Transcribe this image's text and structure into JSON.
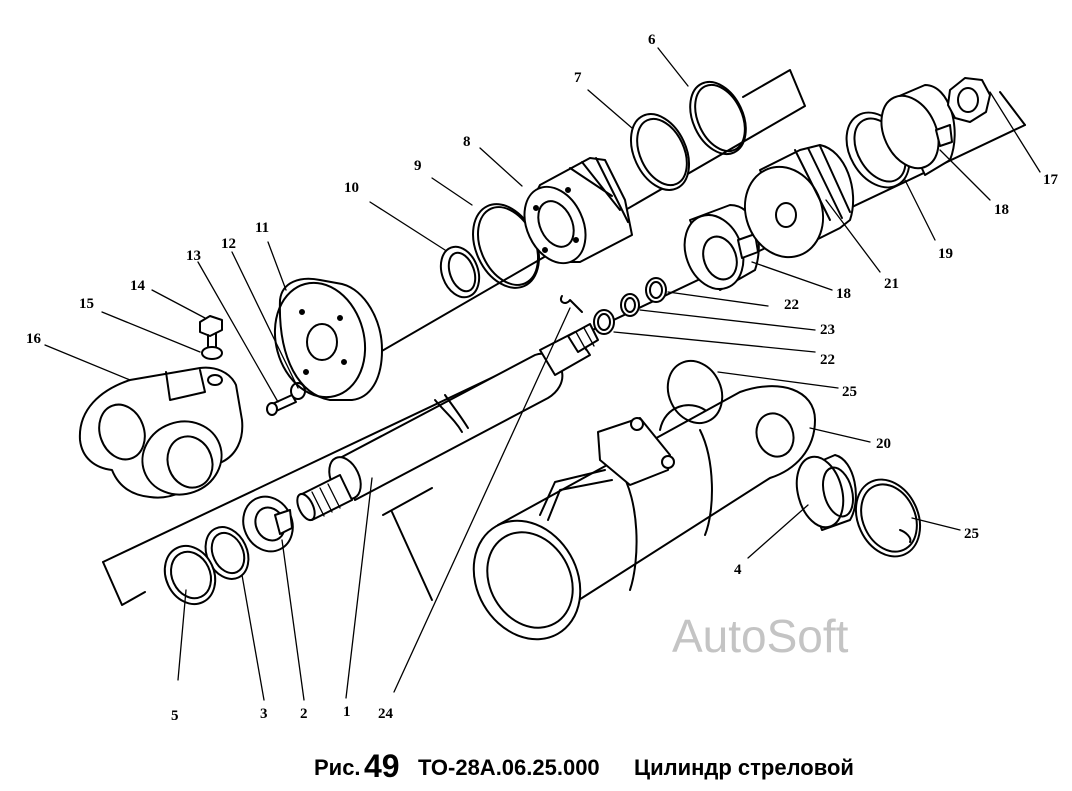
{
  "caption": {
    "prefix": "Рис.",
    "number": "49",
    "code": "ТО-28А.06.25.000",
    "title": "Цилиндр стреловой"
  },
  "watermark": "AutoSoft",
  "callouts": [
    "1",
    "2",
    "3",
    "4",
    "5",
    "6",
    "7",
    "8",
    "9",
    "10",
    "11",
    "12",
    "13",
    "14",
    "15",
    "16",
    "17",
    "18",
    "18",
    "19",
    "20",
    "21",
    "22",
    "22",
    "23",
    "24",
    "25",
    "25"
  ]
}
